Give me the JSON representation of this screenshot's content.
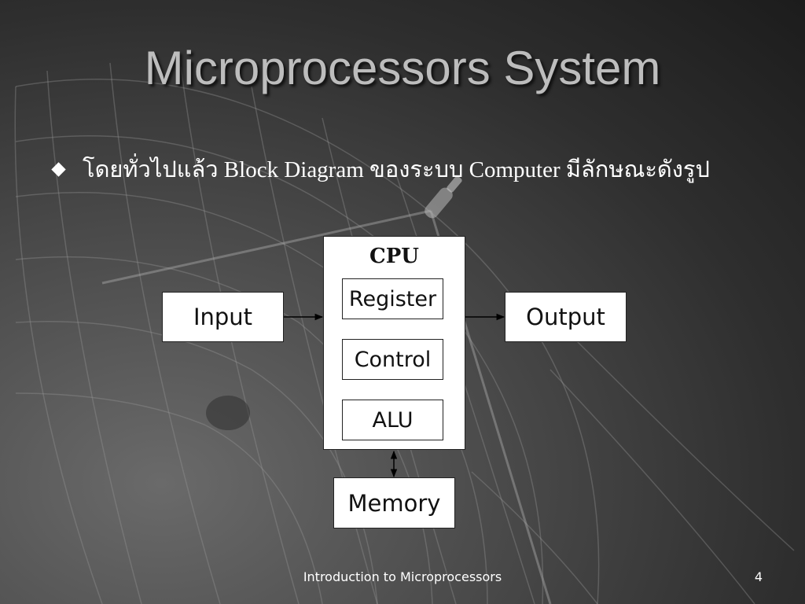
{
  "slide": {
    "title": "Microprocessors System",
    "bullet_text": "โดยทั่วไปแล้ว Block Diagram ของระบบ Computer มีลักษณะดังรูป",
    "footer": "Introduction to Microprocessors",
    "page_number": "4"
  },
  "diagram": {
    "input": "Input",
    "output": "Output",
    "cpu": "CPU",
    "register": "Register",
    "control": "Control",
    "alu": "ALU",
    "memory": "Memory"
  }
}
